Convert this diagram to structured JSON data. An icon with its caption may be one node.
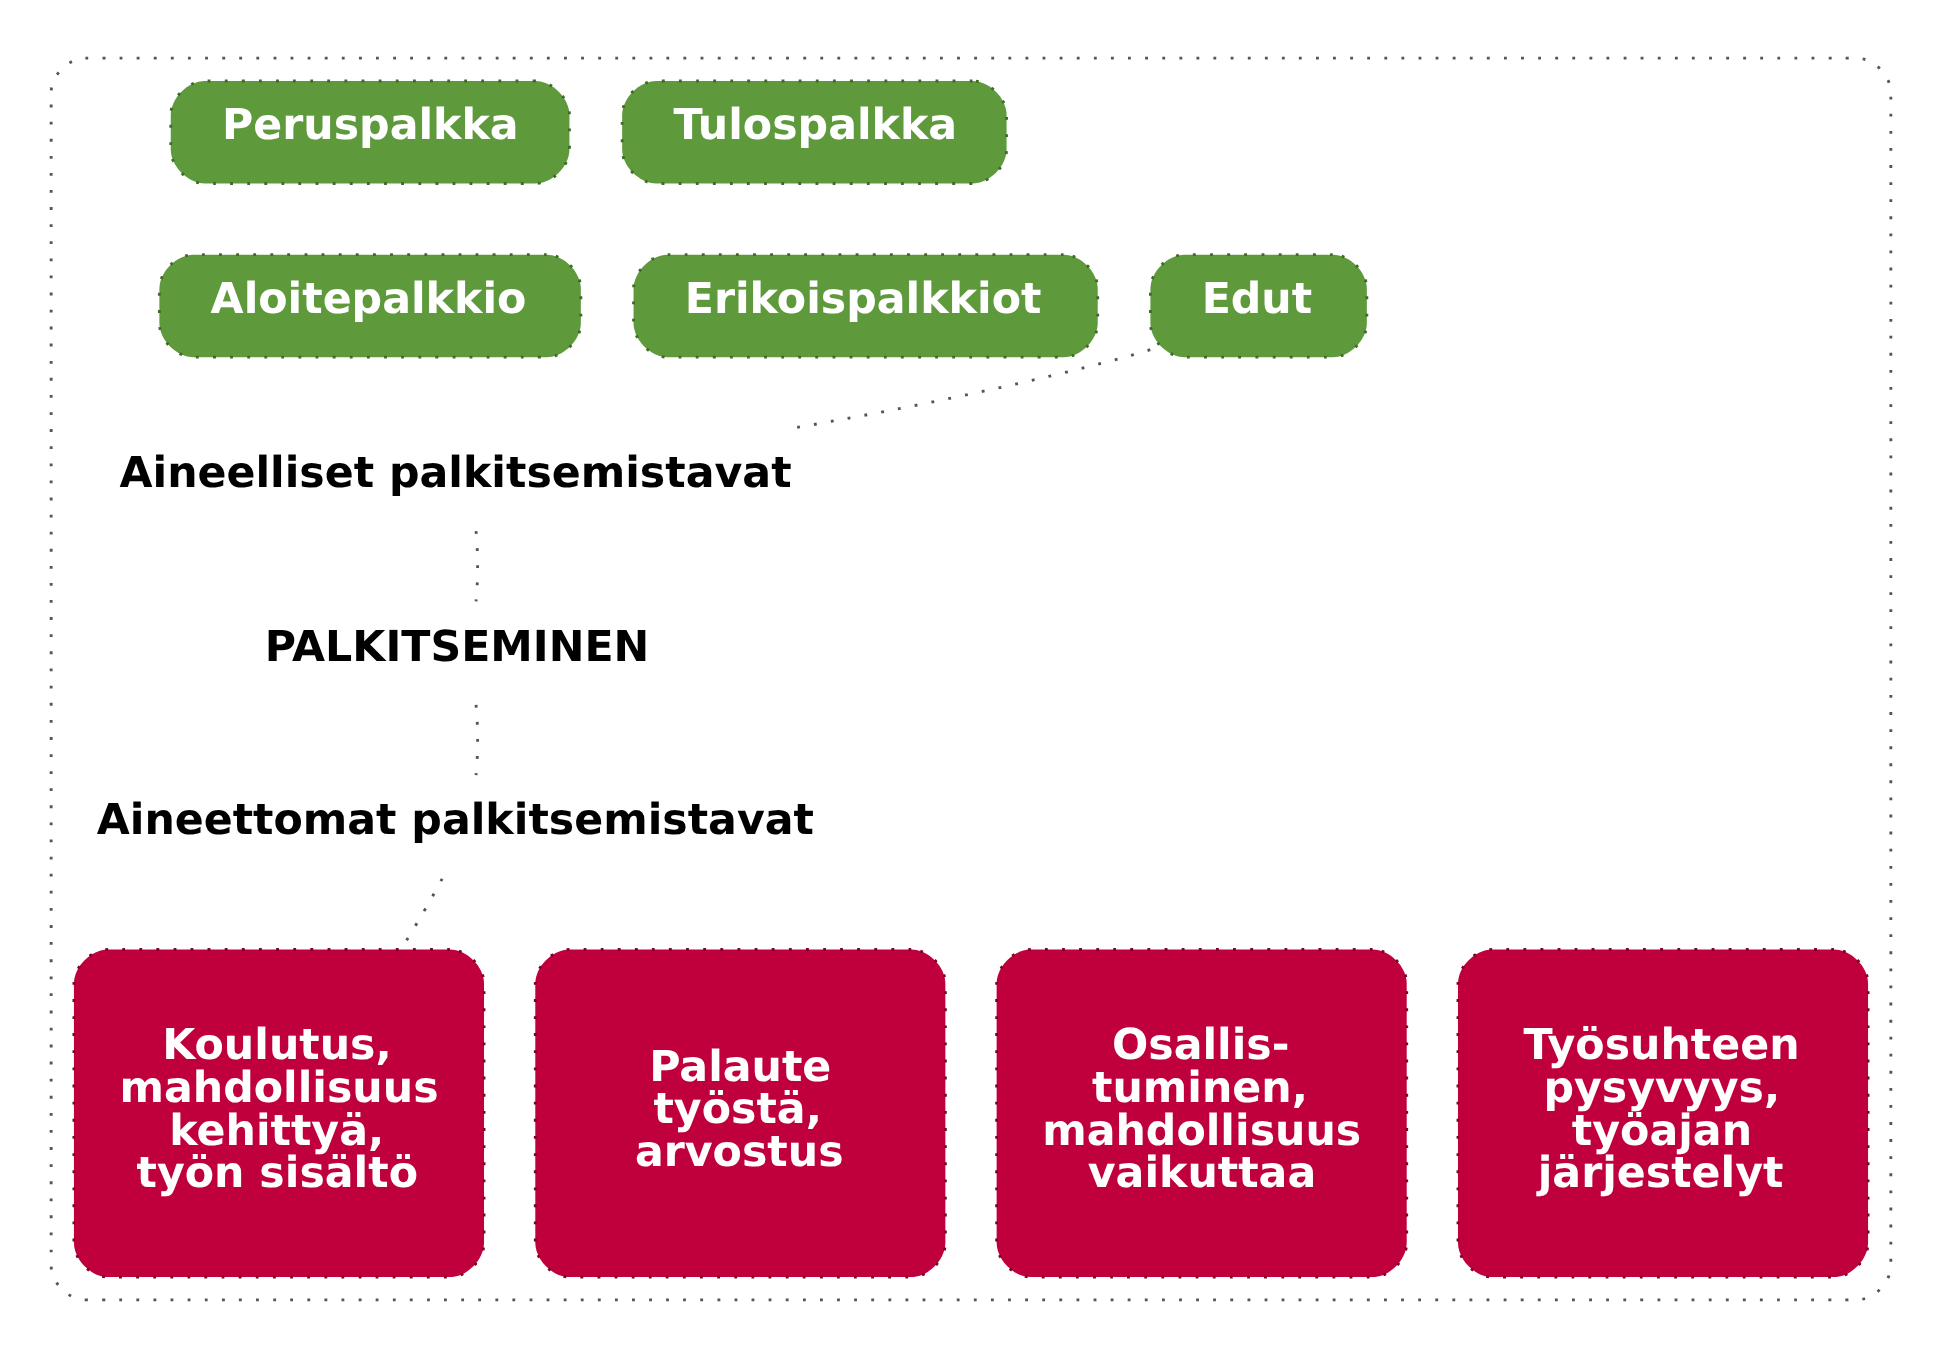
{
  "diagram": {
    "nodes": [
      {
        "text": [],
        "shape": "box"
      },
      {
        "text": [
          "Peruspalkka"
        ],
        "in": 0
      },
      {
        "text": [
          "Tulospalkka"
        ],
        "in": 0
      },
      {
        "text": [
          "Aloitepalkkio"
        ],
        "in": 0
      },
      {
        "text": [
          "Erikoispalkkiot"
        ],
        "in": 0
      },
      {
        "text": [
          "Edut"
        ],
        "in": 0
      },
      {
        "text": [
          "Aineelliset palkitsemistavat"
        ],
        "in": 0
      },
      {
        "text": [
          "PALKITSEMINEN"
        ],
        "in": 0
      },
      {
        "text": [
          "Aineettomat palkitsemistavat"
        ],
        "in": 0
      },
      {
        "text": [
          "Koulutus, mahdollisuus kehittyä, työn sisältö"
        ],
        "in": 0
      },
      {
        "text": [
          "Palaute työstä, arvostus"
        ],
        "in": 0
      },
      {
        "text": [
          "Osallis- tuminen, mahdollisuus vaikuttaa"
        ],
        "in": 0
      },
      {
        "text": [
          "Työsuhteen pysyvyys, työajan järjestelyt"
        ],
        "in": 0
      }
    ],
    "edges": [
      {
        "from": 5,
        "to": 6,
        "arrow": "none"
      },
      {
        "from": 6,
        "to": 7,
        "arrow": "none"
      },
      {
        "from": 7,
        "to": 8,
        "arrow": "none"
      },
      {
        "from": 8,
        "to": 9,
        "arrow": "none"
      }
    ]
  }
}
